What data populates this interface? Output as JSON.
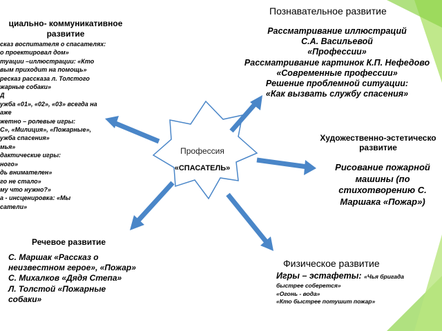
{
  "center": {
    "title": "Профессия",
    "subtitle": "«СПАСАТЕЛЬ»"
  },
  "social": {
    "heading": [
      "циально- коммуникативное",
      "развитие"
    ],
    "lines": [
      "сказ воспитателя о спасателях:",
      "о проектировал дом»",
      "туации –иллюстрации: «Кто",
      "вым приходит на помощь»",
      "ресказ рассказа л. Толстого",
      "жарные собаки»",
      "Д",
      "ужба «01», «02», «03» всегда на",
      "аже",
      "жетно – ролевые игры:",
      "С», «Милиция», «Пожарные»,",
      "ужба спасения»",
      "мья»",
      "дактические игры:",
      "ного»",
      "дь внимателен»",
      "го не стало»",
      "му что нужно?»",
      "а - инсценировка: «Мы",
      "сатели»"
    ]
  },
  "cognitive": {
    "heading": "Познавательное развитие",
    "lines": [
      "Рассматривание иллюстраций",
      "С.А. Васильевой",
      "«Профессии»",
      "Рассматривание картинок К.П. Нефедово",
      "«Современные профессии»",
      "Решение проблемной ситуации:",
      "«Как вызвать службу спасения»"
    ]
  },
  "artistic": {
    "heading": [
      "Художественно-эстетическо",
      "развитие"
    ],
    "lines": [
      "Рисование пожарной",
      "машины (по",
      "стихотворению С.",
      "Маршака «Пожар»)"
    ]
  },
  "speech": {
    "heading": "Речевое развитие",
    "lines": [
      "С. Маршак «Рассказ о",
      "неизвестном герое», «Пожар»",
      "С. Михалков «Дядя Степа»",
      "Л. Толстой «Пожарные",
      "собаки»"
    ]
  },
  "physical": {
    "heading": "Физическое развитие",
    "lines": [
      "Игры – эстафеты:",
      "«Чья бригада",
      "быстрее соберется»",
      "«Огонь - вода»",
      "«Кто быстрее потушит пожар»"
    ]
  },
  "colors": {
    "arrow": "#4a86c8",
    "arrow_edge": "#2f6aa8",
    "star_outline": "#4a86c8",
    "deco_green": "#8fd44a"
  }
}
